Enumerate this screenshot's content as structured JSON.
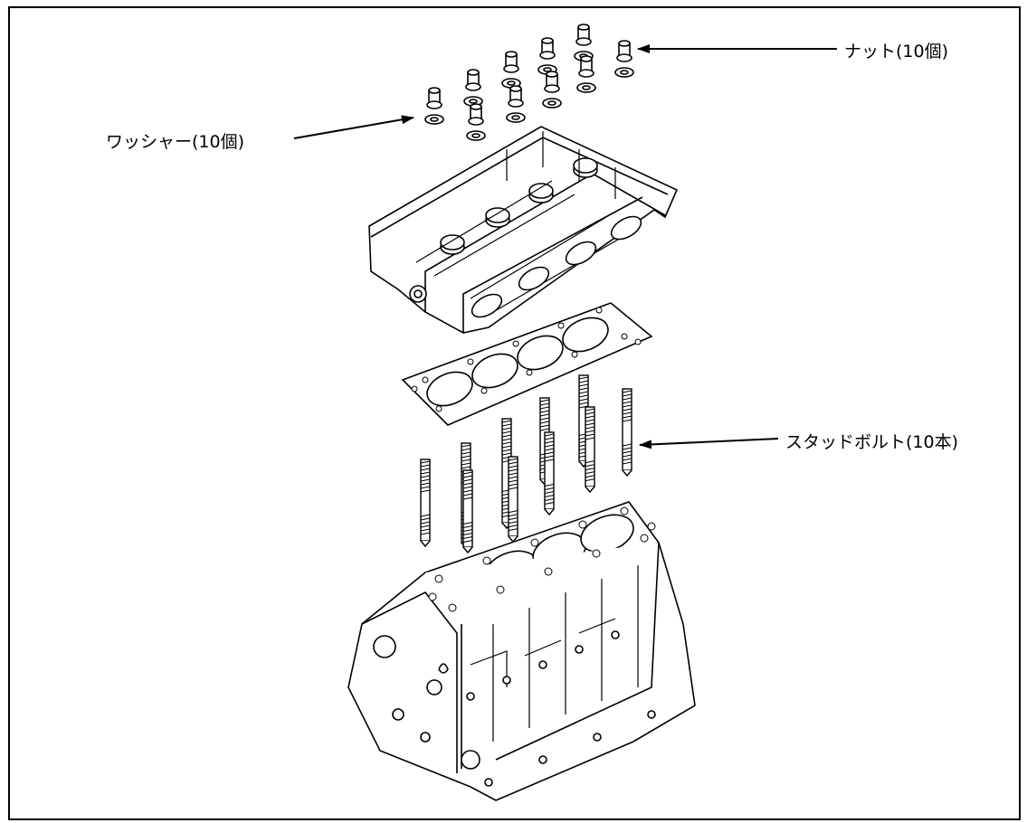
{
  "labels": {
    "nut": "ナット(10個)",
    "washer": "ワッシャー(10個)",
    "stud_bolt": "スタッドボルト(10本)"
  },
  "colors": {
    "ink": "#000000",
    "paper": "#ffffff"
  }
}
